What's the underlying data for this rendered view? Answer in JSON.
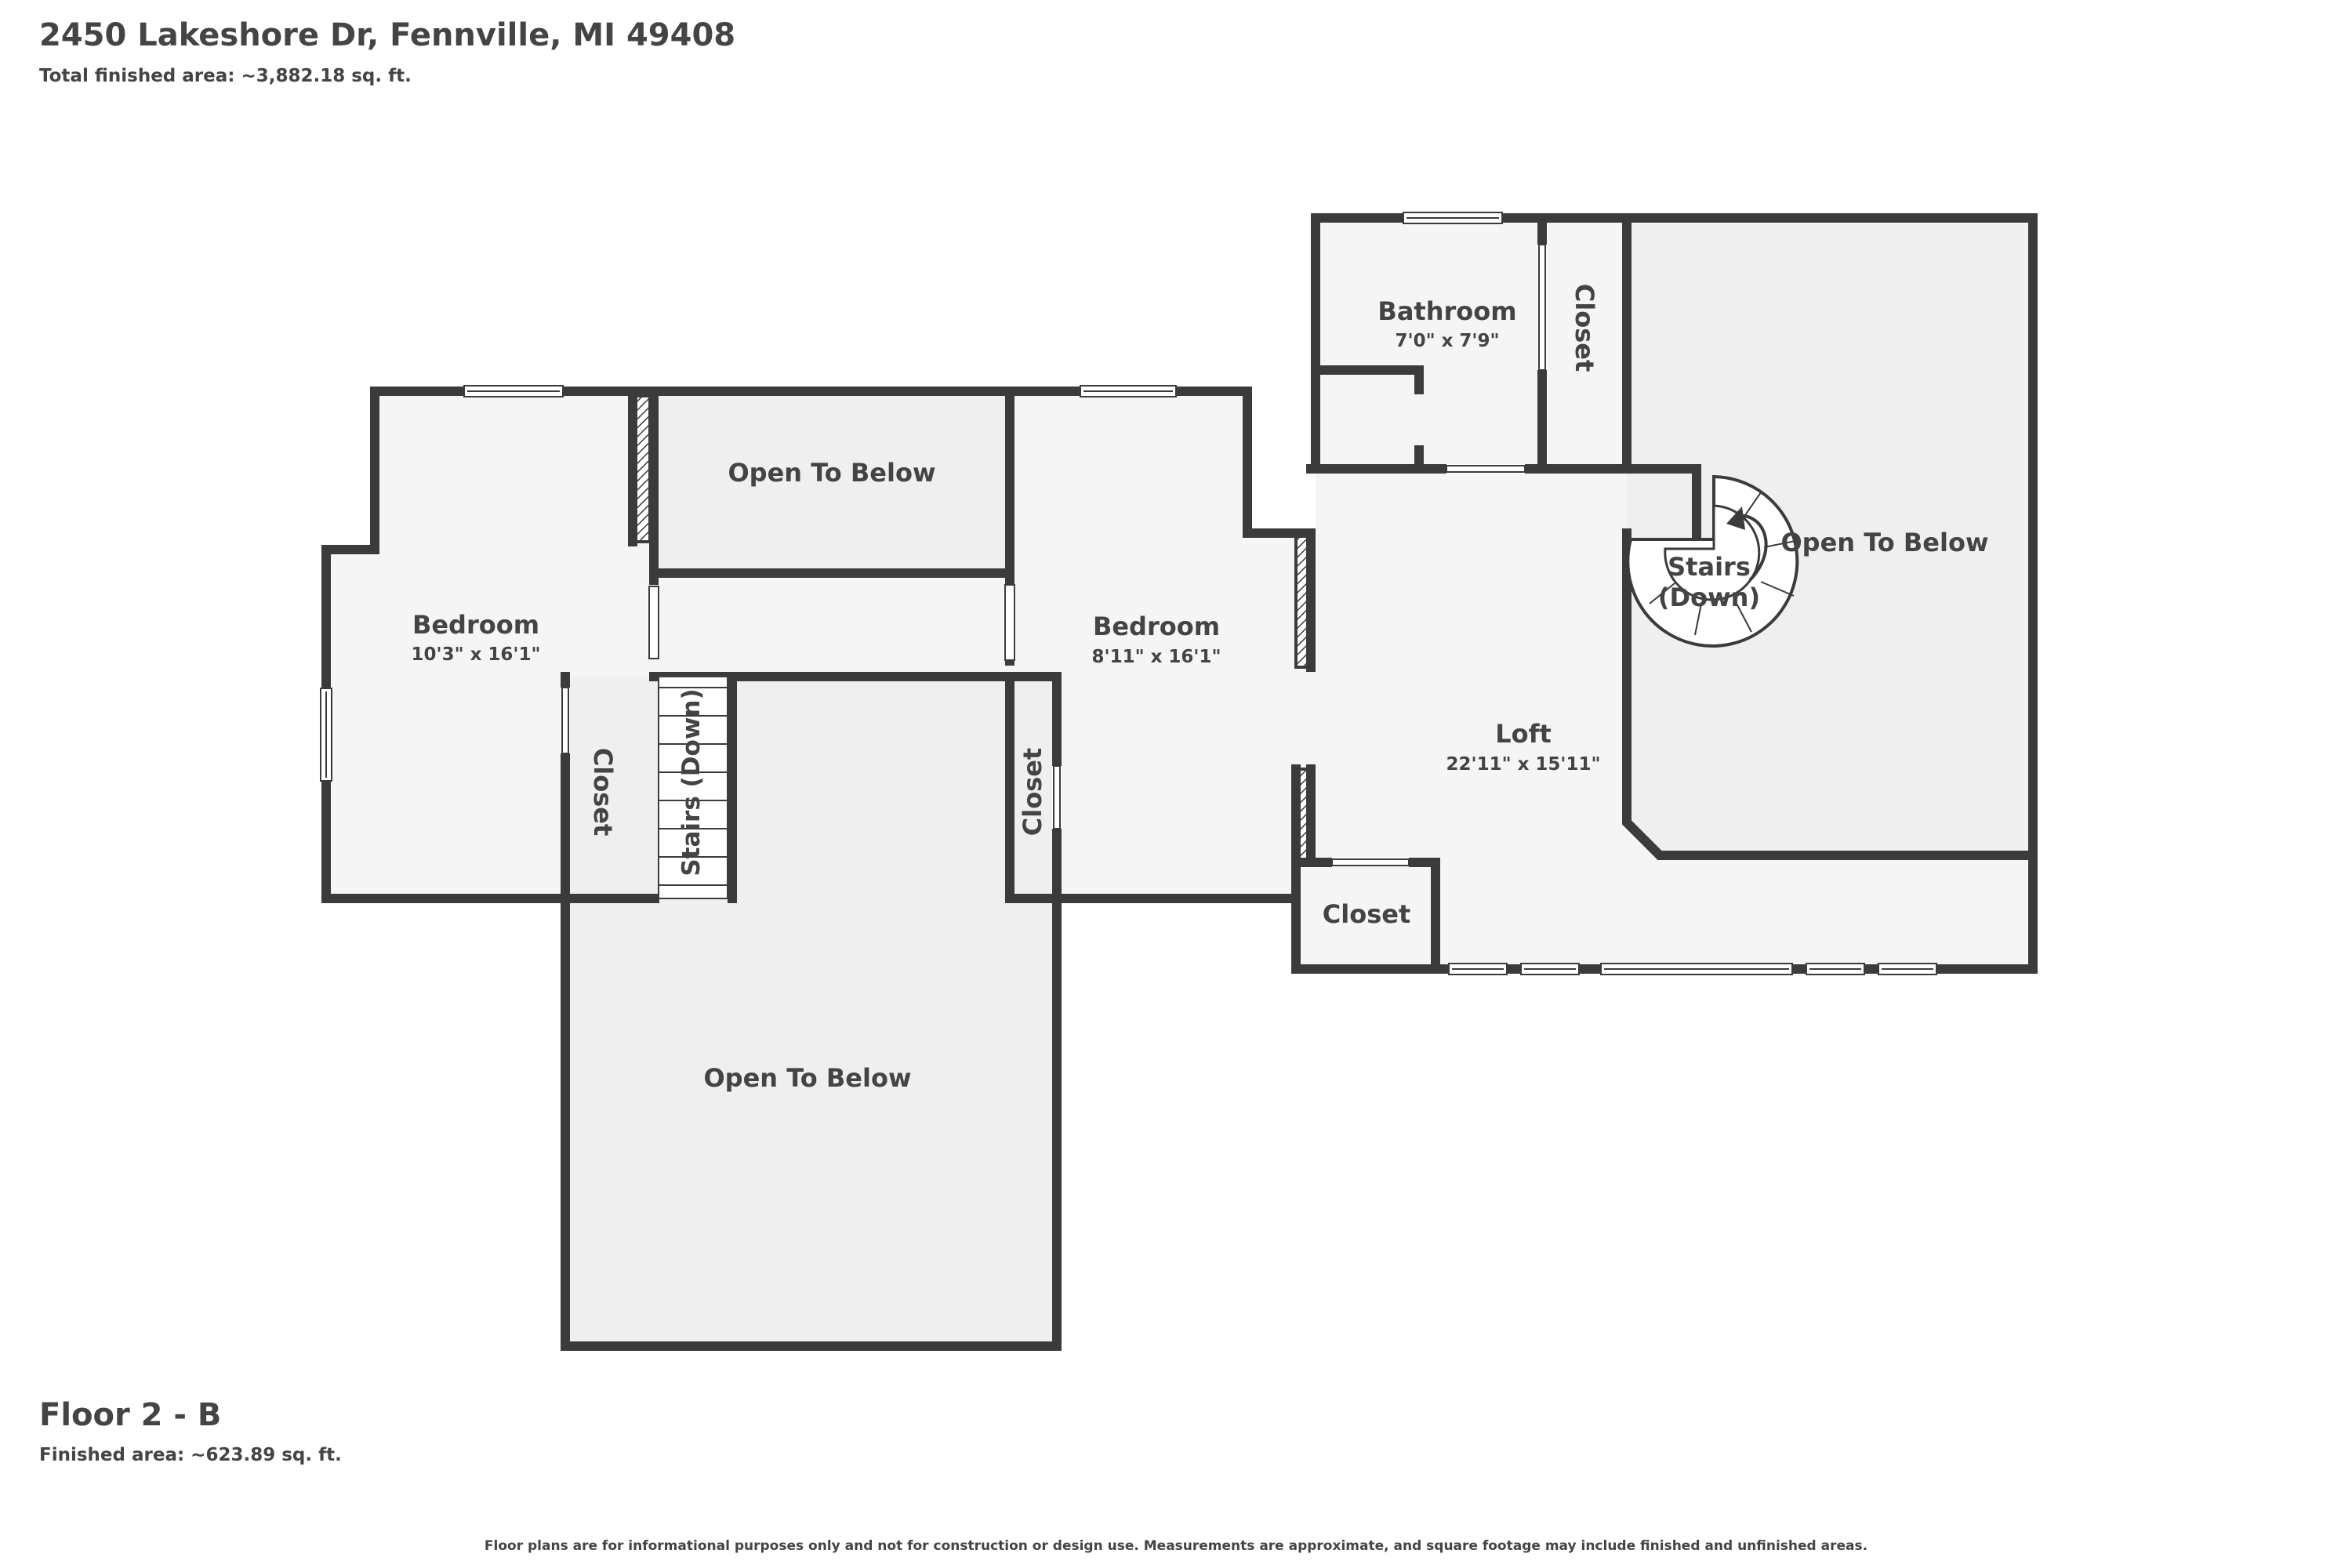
{
  "header": {
    "address": "2450 Lakeshore Dr, Fennville, MI 49408",
    "total_area": "Total finished area: ~3,882.18 sq. ft."
  },
  "floor": {
    "name": "Floor 2 - B",
    "finished_area": "Finished area: ~623.89 sq. ft."
  },
  "rooms": {
    "bedroom_left": {
      "name": "Bedroom",
      "dims": "10'3\" x 16'1\""
    },
    "open_top": {
      "name": "Open To Below"
    },
    "bedroom_mid": {
      "name": "Bedroom",
      "dims": "8'11\" x 16'1\""
    },
    "bathroom": {
      "name": "Bathroom",
      "dims": "7'0\" x 7'9\""
    },
    "closet_top": {
      "name": "Closet"
    },
    "open_right": {
      "name": "Open To Below"
    },
    "stairs_spiral": {
      "name_line1": "Stairs",
      "name_line2": "(Down)"
    },
    "loft": {
      "name": "Loft",
      "dims": "22'11\" x 15'11\""
    },
    "closet_left": {
      "name": "Closet"
    },
    "stairs_straight": {
      "name": "Stairs (Down)"
    },
    "closet_mid": {
      "name": "Closet"
    },
    "closet_bottom": {
      "name": "Closet"
    },
    "open_bottom": {
      "name": "Open To Below"
    }
  },
  "colors": {
    "wall": "#3b3b3b",
    "room_fill": "#f5f5f5",
    "open_fill": "#efefef",
    "text": "#444444"
  },
  "disclaimer": "Floor plans are for informational purposes only and not for construction or design use. Measurements are approximate, and square footage may include finished and unfinished areas."
}
